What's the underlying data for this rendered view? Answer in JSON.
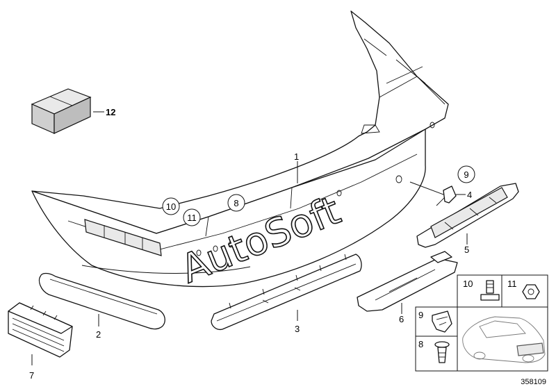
{
  "callouts": {
    "c1": "1",
    "c2": "2",
    "c3": "3",
    "c4": "4",
    "c5": "5",
    "c6": "6",
    "c7": "7",
    "c8": "8",
    "c9": "9",
    "c10": "10",
    "c11": "11",
    "c12": "12"
  },
  "inset": {
    "c8": "8",
    "c9": "9",
    "c10": "10",
    "c11": "11"
  },
  "watermark": "AutoSoft",
  "diagram_ref": "358109"
}
